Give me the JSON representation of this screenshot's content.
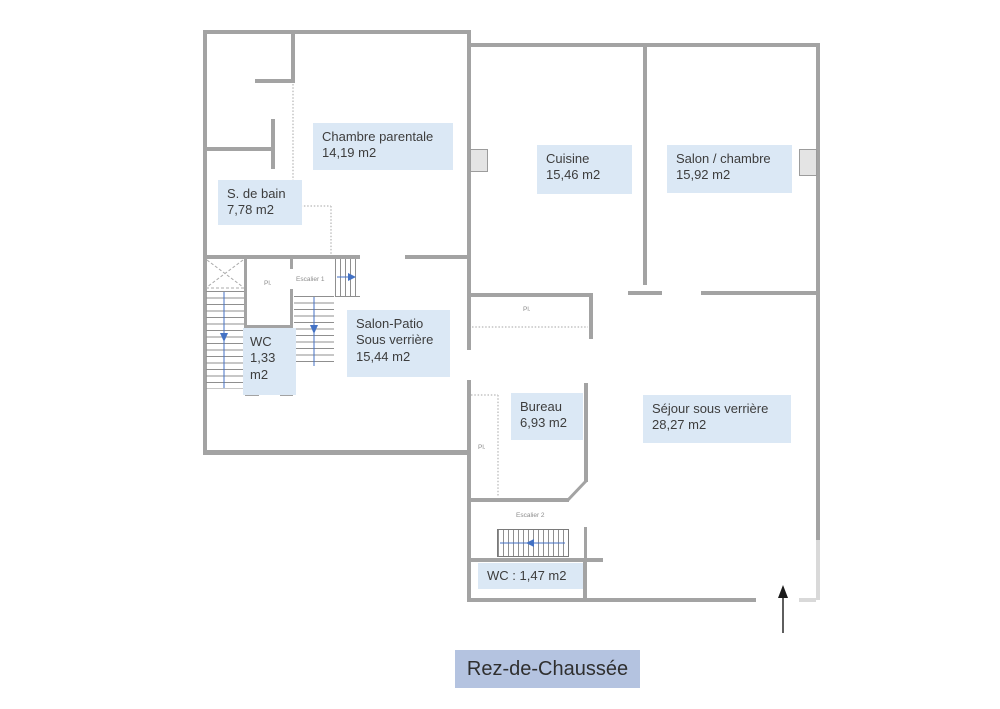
{
  "title": "Rez-de-Chaussée",
  "room_labels": [
    {
      "id": "chambre-parentale",
      "lines": [
        "Chambre parentale",
        "14,19 m2"
      ]
    },
    {
      "id": "s-de-bain",
      "lines": [
        "S. de bain",
        "7,78 m2"
      ]
    },
    {
      "id": "cuisine",
      "lines": [
        "Cuisine",
        "15,46 m2"
      ]
    },
    {
      "id": "salon-chambre",
      "lines": [
        "Salon / chambre",
        "15,92 m2"
      ]
    },
    {
      "id": "wc-stairwell",
      "lines": [
        "WC",
        "1,33",
        "m2"
      ]
    },
    {
      "id": "salon-patio",
      "lines": [
        "Salon-Patio",
        "Sous verrière",
        "15,44 m2"
      ]
    },
    {
      "id": "bureau",
      "lines": [
        "Bureau",
        "6,93 m2"
      ]
    },
    {
      "id": "sejour",
      "lines": [
        "Séjour sous verrière",
        "28,27 m2"
      ]
    },
    {
      "id": "wc-entry",
      "lines": [
        "WC : 1,47 m2"
      ]
    }
  ],
  "annotations": {
    "stair1": "Escalier 1",
    "stair2": "Escalier 2",
    "closet": "Pl."
  },
  "colors": {
    "room_label_bg": "#dbe8f5",
    "title_bg": "#b4c3e0",
    "wall": "#a3a3a3",
    "glass_wall": "#d9d9d9",
    "stair_arrow_blue": "#4472c4",
    "window_fill": "#e4e4e4"
  }
}
